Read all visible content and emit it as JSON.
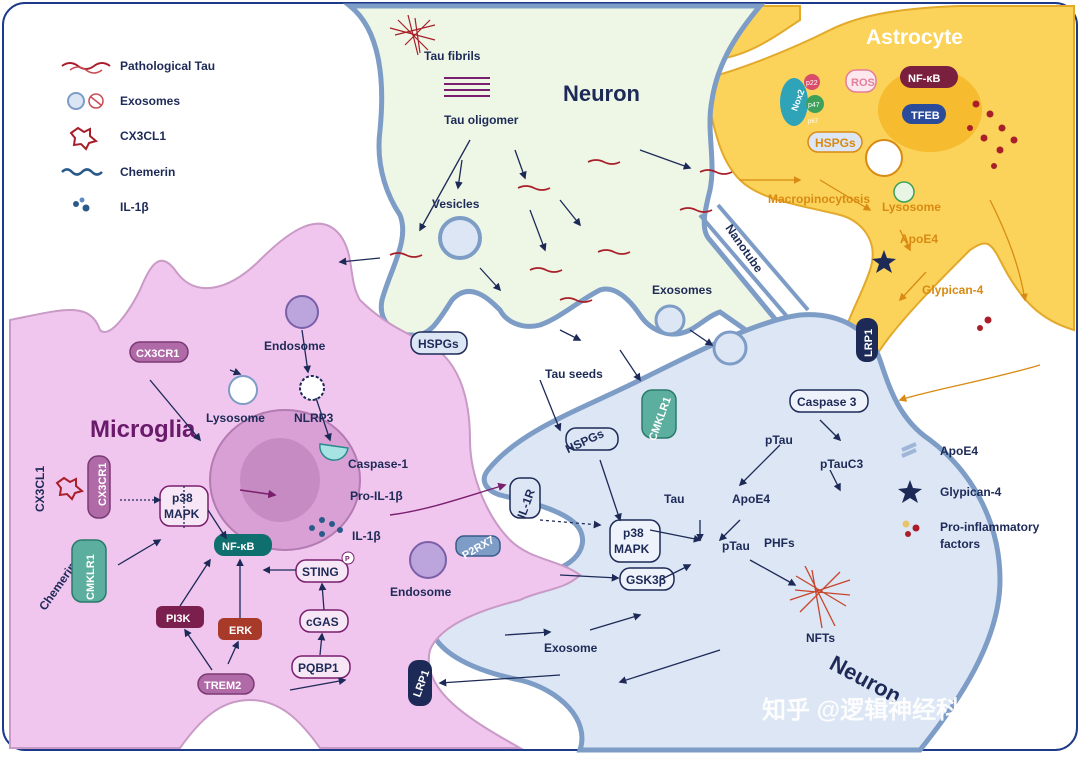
{
  "cells": {
    "neuron_top": "Neuron",
    "neuron_bottom": "Neuron",
    "astrocyte": "Astrocyte",
    "microglia": "Microglia"
  },
  "legend_left": [
    {
      "label": "Pathological Tau",
      "icon": "pathological-tau-icon"
    },
    {
      "label": "Exosomes",
      "icon": "exosome-icon"
    },
    {
      "label": "CX3CL1",
      "icon": "cx3cl1-icon"
    },
    {
      "label": "Chemerin",
      "icon": "chemerin-icon"
    },
    {
      "label": "IL-1β",
      "icon": "il1b-icon"
    }
  ],
  "legend_right": [
    {
      "label": "ApoE4",
      "icon": "apoe4-icon"
    },
    {
      "label": "Glypican-4",
      "icon": "glypican4-icon"
    },
    {
      "label": "Pro-inflammatory\nfactors",
      "line1": "Pro-inflammatory",
      "line2": "factors",
      "icon": "proinflammatory-factors-icon"
    }
  ],
  "neuron_labels": {
    "tau_fibrils": "Tau fibrils",
    "tau_oligomer": "Tau oligomer",
    "vesicles": "Vesicles",
    "exosomes": "Exosomes",
    "tau_seeds": "Tau seeds",
    "hspgs_top": "HSPGs",
    "nanotube": "Nanotube"
  },
  "astrocyte_labels": {
    "ros": "ROS",
    "nox2": "Nox2",
    "p22": "p22",
    "p47": "p47",
    "p67": "p67",
    "nfkb": "NF-κB",
    "tfeb": "TFEB",
    "hspgs": "HSPGs",
    "macropinocytosis": "Macropinocytosis",
    "lysosome": "Lysosome",
    "apoe4": "ApoE4",
    "glypican4": "Glypican-4"
  },
  "microglia_labels": {
    "cx3cr1_top": "CX3CR1",
    "endosome": "Endosome",
    "lysosome": "Lysosome",
    "nlrp3": "NLRP3",
    "caspase1": "Caspase-1",
    "pro_il1b": "Pro-IL-1β",
    "il1b": "IL-1β",
    "cx3cl1": "CX3CL1",
    "cx3cr1_side": "CX3CR1",
    "p38_line1": "p38",
    "p38_line2": "MAPK",
    "nfkb": "NF-κB",
    "sting": "STING",
    "sting_p": "P",
    "cgas": "cGAS",
    "pqbp1": "PQBP1",
    "chemerin": "Chemerin",
    "cmklr1": "CMKLR1",
    "pi3k": "PI3K",
    "erk": "ERK",
    "trem2": "TREM2",
    "endosome_bottom": "Endosome",
    "p2rx7": "P2RX7",
    "lrp1": "LRP1"
  },
  "neuron_bottom_labels": {
    "lrp1": "LRP1",
    "caspase3": "Caspase 3",
    "ptau_a": "pTau",
    "ptauc3": "pTauC3",
    "cmklr1": "CMKLR1",
    "hspgs": "HSPGs",
    "il1r": "IL-1R",
    "tau": "Tau",
    "apoe4": "ApoE4",
    "p38_line1": "p38",
    "p38_line2": "MAPK",
    "gsk3b": "GSK3β",
    "ptau_b": "pTau",
    "phfs": "PHFs",
    "nfts": "NFTs",
    "exosome": "Exosome"
  },
  "watermark": "知乎 @逻辑神经科学",
  "colors": {
    "neuron_fill": "#eef6e6",
    "neuron_bottom_fill": "#dce6f4",
    "neuron_border": "#7d9cc6",
    "astrocyte_fill": "#fbd35a",
    "microglia_fill": "#f0c6ee",
    "microglia_border": "#c99ac6",
    "tau_red": "#a81f2a",
    "navy": "#1d2a57",
    "accent_orange": "#d98a12"
  }
}
